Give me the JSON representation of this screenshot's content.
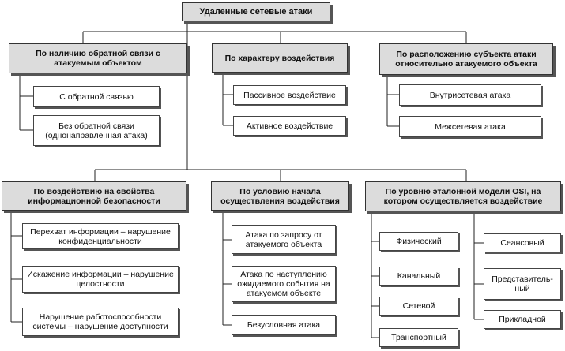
{
  "root": "Удаленные сетевые атаки",
  "groups": {
    "feedback": {
      "title": "По наличию обратной связи с атакуемым объектом",
      "items": [
        "С обратной связью",
        "Без обратной связи (однонаправленная атака)"
      ]
    },
    "impact_nature": {
      "title": "По характеру воздействия",
      "items": [
        "Пассивное воздействие",
        "Активное воздействие"
      ]
    },
    "location": {
      "title": "По расположению субъекта атаки относительно атакуемого объекта",
      "items": [
        "Внутрисетевая атака",
        "Межсетевая атака"
      ]
    },
    "security_props": {
      "title": "По воздействию на свойства информационной безопасности",
      "items": [
        "Перехват информации – нарушение конфиденциальности",
        "Искажение информации – нарушение целостности",
        "Нарушение работоспособности системы – нарушение доступности"
      ]
    },
    "start_condition": {
      "title": "По условию начала осуществления воздействия",
      "items": [
        "Атака по запросу от атакуемого объекта",
        "Атака по наступлению ожидаемого события на атакуемом объекте",
        "Безусловная атака"
      ]
    },
    "osi_level": {
      "title": "По уровню эталонной модели OSI, на котором осуществляется воздействие",
      "left_items": [
        "Физический",
        "Канальный",
        "Сетевой",
        "Транспортный"
      ],
      "right_items": [
        "Сеансовый",
        "Представитель-ный",
        "Прикладной"
      ]
    }
  }
}
